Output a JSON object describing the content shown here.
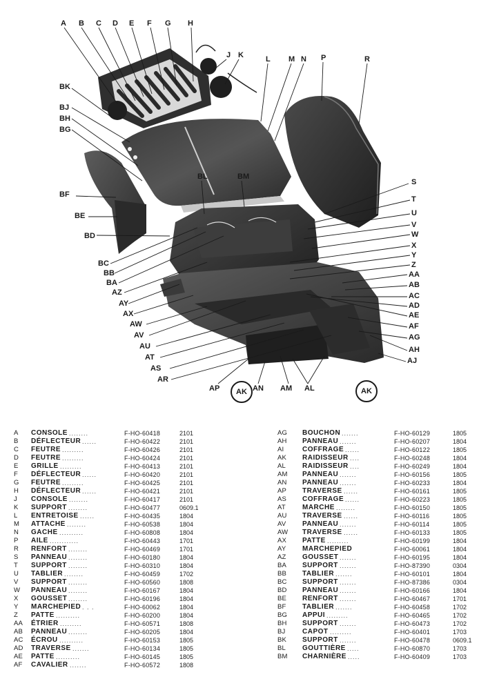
{
  "figure": {
    "callouts": [
      {
        "label": "A"
      },
      {
        "label": "B"
      },
      {
        "label": "C"
      },
      {
        "label": "D"
      },
      {
        "label": "E"
      },
      {
        "label": "F"
      },
      {
        "label": "G"
      },
      {
        "label": "H"
      },
      {
        "label": "J"
      },
      {
        "label": "K"
      },
      {
        "label": "L"
      },
      {
        "label": "M"
      },
      {
        "label": "N"
      },
      {
        "label": "P"
      },
      {
        "label": "R"
      },
      {
        "label": "BK"
      },
      {
        "label": "BJ"
      },
      {
        "label": "BH"
      },
      {
        "label": "BG"
      },
      {
        "label": "BL"
      },
      {
        "label": "BM"
      },
      {
        "label": "BF"
      },
      {
        "label": "BE"
      },
      {
        "label": "BD"
      },
      {
        "label": "BC"
      },
      {
        "label": "BB"
      },
      {
        "label": "BA"
      },
      {
        "label": "AZ"
      },
      {
        "label": "AY"
      },
      {
        "label": "AX"
      },
      {
        "label": "AW"
      },
      {
        "label": "AV"
      },
      {
        "label": "AU"
      },
      {
        "label": "AT"
      },
      {
        "label": "AS"
      },
      {
        "label": "AR"
      },
      {
        "label": "S"
      },
      {
        "label": "T"
      },
      {
        "label": "U"
      },
      {
        "label": "V"
      },
      {
        "label": "W"
      },
      {
        "label": "X"
      },
      {
        "label": "Y"
      },
      {
        "label": "Z"
      },
      {
        "label": "AA"
      },
      {
        "label": "AB"
      },
      {
        "label": "AC"
      },
      {
        "label": "AD"
      },
      {
        "label": "AE"
      },
      {
        "label": "AF"
      },
      {
        "label": "AG"
      },
      {
        "label": "AH"
      },
      {
        "label": "AJ"
      },
      {
        "label": "AP"
      },
      {
        "label": "AK"
      },
      {
        "label": "AN"
      },
      {
        "label": "AM"
      },
      {
        "label": "AL"
      },
      {
        "label": "AK"
      }
    ]
  },
  "parts_left": [
    {
      "code": "A",
      "name": "CONSOLE",
      "dots": "........",
      "ref": "F-HO-60418",
      "num": "2101"
    },
    {
      "code": "B",
      "name": "DÉFLECTEUR",
      "dots": "......",
      "ref": "F-HO-60422",
      "num": "2101"
    },
    {
      "code": "C",
      "name": "FEUTRE",
      "dots": ".........",
      "ref": "F-HO-60426",
      "num": "2101"
    },
    {
      "code": "D",
      "name": "FEUTRE",
      "dots": ".........",
      "ref": "F-HO-60424",
      "num": "2101"
    },
    {
      "code": "E",
      "name": "GRILLE",
      "dots": ".........",
      "ref": "F-HO-60413",
      "num": "2101"
    },
    {
      "code": "F",
      "name": "DÉFLECTEUR",
      "dots": "......",
      "ref": "F-HO-60420",
      "num": "2101"
    },
    {
      "code": "G",
      "name": "FEUTRE",
      "dots": ".........",
      "ref": "F-HO-60425",
      "num": "2101"
    },
    {
      "code": "H",
      "name": "DÉFLECTEUR",
      "dots": "......",
      "ref": "F-HO-60421",
      "num": "2101"
    },
    {
      "code": "J",
      "name": "CONSOLE",
      "dots": "........",
      "ref": "F-HO-60417",
      "num": "2101"
    },
    {
      "code": "K",
      "name": "SUPPORT",
      "dots": "........",
      "ref": "F-HO-60477",
      "num": "0609.1"
    },
    {
      "code": "L",
      "name": "ENTRETOISE",
      "dots": "......",
      "ref": "F-HO-60435",
      "num": "1804"
    },
    {
      "code": "M",
      "name": "ATTACHE",
      "dots": "........",
      "ref": "F-HO-60538",
      "num": "1804"
    },
    {
      "code": "N",
      "name": "GACHE",
      "dots": "..........",
      "ref": "F-HO-60808",
      "num": "1804"
    },
    {
      "code": "P",
      "name": "AILE",
      "dots": "............",
      "ref": "F-HO-60443",
      "num": "1701"
    },
    {
      "code": "R",
      "name": "RENFORT",
      "dots": "........",
      "ref": "F-HO-60469",
      "num": "1701"
    },
    {
      "code": "S",
      "name": "PANNEAU",
      "dots": "........",
      "ref": "F-HO-60180",
      "num": "1804"
    },
    {
      "code": "T",
      "name": "SUPPORT",
      "dots": "........",
      "ref": "F-HO-60310",
      "num": "1804"
    },
    {
      "code": "U",
      "name": "TABLIER",
      "dots": "........",
      "ref": "F-HO-60459",
      "num": "1702"
    },
    {
      "code": "V",
      "name": "SUPPORT",
      "dots": "........",
      "ref": "F-HO-60560",
      "num": "1808"
    },
    {
      "code": "W",
      "name": "PANNEAU",
      "dots": "........",
      "ref": "F-HO-60167",
      "num": "1804"
    },
    {
      "code": "X",
      "name": "GOUSSET",
      "dots": "........",
      "ref": "F-HO-60196",
      "num": "1804"
    },
    {
      "code": "Y",
      "name": "MARCHEPIED",
      "dots": ". . .",
      "ref": "F-HO-60062",
      "num": "1804"
    },
    {
      "code": "Z",
      "name": "PATTE",
      "dots": "..........",
      "ref": "F-HO-60200",
      "num": "1804"
    },
    {
      "code": "AA",
      "name": "ÉTRIER",
      "dots": ".........",
      "ref": "F-HO-60571",
      "num": "1808"
    },
    {
      "code": "AB",
      "name": "PANNEAU",
      "dots": "........",
      "ref": "F-HO-60205",
      "num": "1804"
    },
    {
      "code": "AC",
      "name": "ÉCROU",
      "dots": "..........",
      "ref": "F-HO-60153",
      "num": "1805"
    },
    {
      "code": "AD",
      "name": "TRAVERSE",
      "dots": ".......",
      "ref": "F-HO-60134",
      "num": "1805"
    },
    {
      "code": "AE",
      "name": "PATTE",
      "dots": "..........",
      "ref": "F-HO-60145",
      "num": "1805"
    },
    {
      "code": "AF",
      "name": "CAVALIER",
      "dots": ".......",
      "ref": "F-HO-60572",
      "num": "1808"
    }
  ],
  "parts_right": [
    {
      "code": "AG",
      "name": "BOUCHON",
      "dots": ".......",
      "ref": "F-HO-60129",
      "num": "1805"
    },
    {
      "code": "AH",
      "name": "PANNEAU",
      "dots": ".......",
      "ref": "F-HO-60207",
      "num": "1804"
    },
    {
      "code": "AI",
      "name": "COFFRAGE",
      "dots": "......",
      "ref": "F-HO-60122",
      "num": "1805"
    },
    {
      "code": "AK",
      "name": "RAIDISSEUR",
      "dots": "....",
      "ref": "F-HO-60248",
      "num": "1804"
    },
    {
      "code": "AL",
      "name": "RAIDISSEUR",
      "dots": "....",
      "ref": "F-HO-60249",
      "num": "1804"
    },
    {
      "code": "AM",
      "name": "PANNEAU",
      "dots": ".......",
      "ref": "F-HO-60156",
      "num": "1805"
    },
    {
      "code": "AN",
      "name": "PANNEAU",
      "dots": ".......",
      "ref": "F-HO-60233",
      "num": "1804"
    },
    {
      "code": "AP",
      "name": "TRAVERSE",
      "dots": "......",
      "ref": "F-HO-60161",
      "num": "1805"
    },
    {
      "code": "AS",
      "name": "COFFRAGE",
      "dots": "......",
      "ref": "F-HO-60223",
      "num": "1805"
    },
    {
      "code": "AT",
      "name": "MARCHE",
      "dots": "........",
      "ref": "F-HO-60150",
      "num": "1805"
    },
    {
      "code": "AU",
      "name": "TRAVERSE",
      "dots": "......",
      "ref": "F-HO-60116",
      "num": "1805"
    },
    {
      "code": "AV",
      "name": "PANNEAU",
      "dots": ".......",
      "ref": "F-HO-60114",
      "num": "1805"
    },
    {
      "code": "AW",
      "name": "TRAVERSE",
      "dots": "......",
      "ref": "F-HO-60133",
      "num": "1805"
    },
    {
      "code": "AX",
      "name": "PATTE",
      "dots": ".........",
      "ref": "F-HO-60199",
      "num": "1804"
    },
    {
      "code": "AY",
      "name": "MARCHEPIED",
      "dots": "",
      "ref": "F-HO-60061",
      "num": "1804"
    },
    {
      "code": "AZ",
      "name": "GOUSSET",
      "dots": ".......",
      "ref": "F-HO-60195",
      "num": "1804"
    },
    {
      "code": "BA",
      "name": "SUPPORT",
      "dots": ".......",
      "ref": "F-HO-87390",
      "num": "0304"
    },
    {
      "code": "BB",
      "name": "TABLIER",
      "dots": ".......",
      "ref": "F-HO-60101",
      "num": "1804"
    },
    {
      "code": "BC",
      "name": "SUPPORT",
      "dots": ".......",
      "ref": "F-HO-87386",
      "num": "0304"
    },
    {
      "code": "BD",
      "name": "PANNEAU",
      "dots": ".......",
      "ref": "F-HO-60166",
      "num": "1804"
    },
    {
      "code": "BE",
      "name": "RENFORT",
      "dots": ".......",
      "ref": "F-HO-60467",
      "num": "1701"
    },
    {
      "code": "BF",
      "name": "TABLIER",
      "dots": ".......",
      "ref": "F-HO-60458",
      "num": "1702"
    },
    {
      "code": "BG",
      "name": "APPUI",
      "dots": ".........",
      "ref": "F-HO-60465",
      "num": "1702"
    },
    {
      "code": "BH",
      "name": "SUPPORT",
      "dots": ".......",
      "ref": "F-HO-60473",
      "num": "1702"
    },
    {
      "code": "BJ",
      "name": "CAPOT",
      "dots": ".........",
      "ref": "F-HO-60401",
      "num": "1703"
    },
    {
      "code": "BK",
      "name": "SUPPORT",
      "dots": ".......",
      "ref": "F-HO-60478",
      "num": "0609.1"
    },
    {
      "code": "BL",
      "name": "GOUTTIÈRE",
      "dots": ".....",
      "ref": "F-HO-60870",
      "num": "1703"
    },
    {
      "code": "BM",
      "name": "CHARNIÈRE",
      "dots": ".....",
      "ref": "F-HO-60409",
      "num": "1703"
    }
  ]
}
